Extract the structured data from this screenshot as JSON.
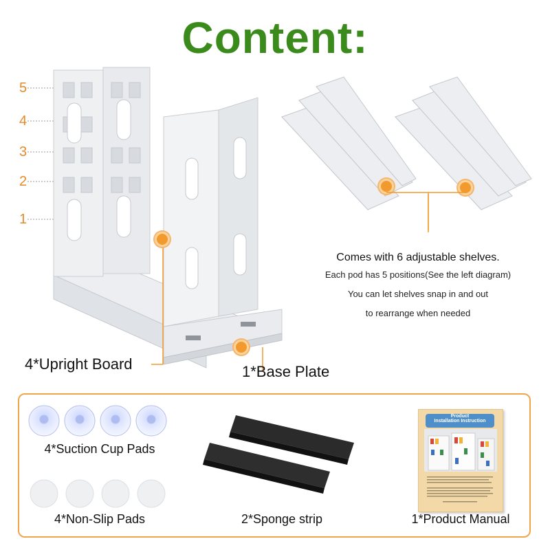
{
  "page": {
    "title": "Content:"
  },
  "positions": [
    "5",
    "4",
    "3",
    "2",
    "1"
  ],
  "labels": {
    "upright_board": "4*Upright Board",
    "base_plate": "1*Base Plate"
  },
  "shelves": {
    "heading": "Comes with 6 adjustable shelves.",
    "line1": "Each pod has 5 positions(See the left diagram)",
    "line2": "You can let shelves snap in and out",
    "line3": "to rearrange when needed"
  },
  "accessories": {
    "suction_cups": "4*Suction Cup Pads",
    "non_slip_pads": "4*Non-Slip Pads",
    "sponge_strip": "2*Sponge strip",
    "manual": "1*Product Manual"
  },
  "manual_cover": {
    "title_line1": "Product",
    "title_line2": "Installation Instruction"
  },
  "colors": {
    "title_green": "#3a8b1c",
    "accent_orange": "#f39a2e",
    "plastic_white": "#e9ebee"
  }
}
